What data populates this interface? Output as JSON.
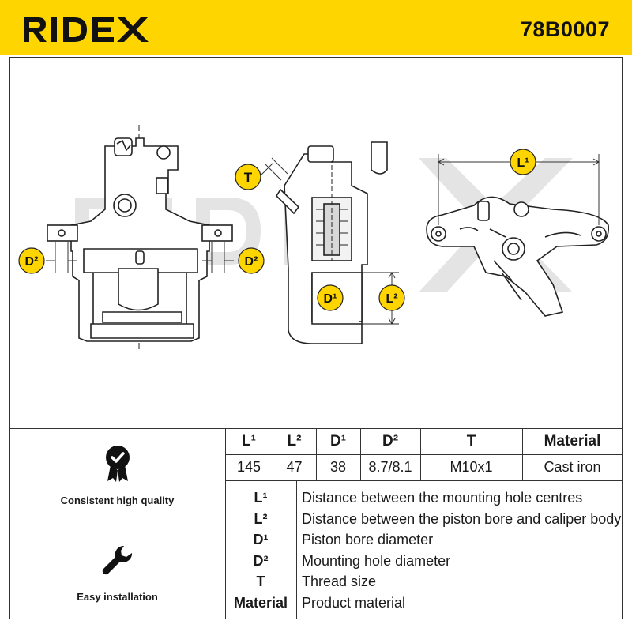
{
  "header": {
    "brand": "RIDEX",
    "part_number": "78B0007",
    "background": "#ffd500"
  },
  "diagram": {
    "watermark": "RIDEX",
    "labels": {
      "d2_left": "D²",
      "d2_right": "D²",
      "t": "T",
      "d1": "D¹",
      "l2": "L²",
      "l1": "L¹"
    },
    "label_color": "#ffd500"
  },
  "features": [
    {
      "icon": "quality-badge-icon",
      "label": "Consistent high quality"
    },
    {
      "icon": "wrench-icon",
      "label": "Easy installation"
    }
  ],
  "spec_table": {
    "headers": [
      "L¹",
      "L²",
      "D¹",
      "D²",
      "T",
      "Material"
    ],
    "values": [
      "145",
      "47",
      "38",
      "8.7/8.1",
      "M10x1",
      "Cast iron"
    ]
  },
  "legend": [
    {
      "symbol": "L¹",
      "description": "Distance between the mounting hole centres"
    },
    {
      "symbol": "L²",
      "description": "Distance between the piston bore and caliper body"
    },
    {
      "symbol": "D¹",
      "description": "Piston bore diameter"
    },
    {
      "symbol": "D²",
      "description": "Mounting hole diameter"
    },
    {
      "symbol": "T",
      "description": "Thread size"
    },
    {
      "symbol": "Material",
      "description": "Product material"
    }
  ]
}
